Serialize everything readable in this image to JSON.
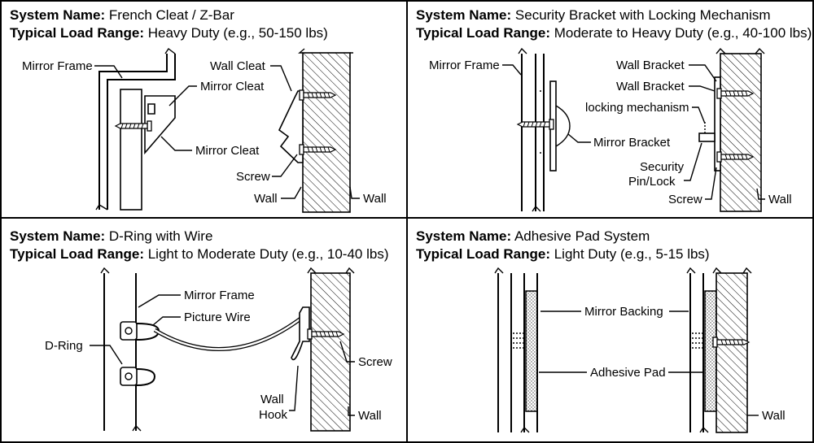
{
  "panels": [
    {
      "system_key": "System Name:",
      "system_value": " French Cleat / Z-Bar",
      "load_key": "Typical Load Range:",
      "load_value": " Heavy Duty (e.g., 50-150 lbs)",
      "labels": {
        "mirror_frame": "Mirror Frame",
        "wall_cleat": "Wall Cleat",
        "mirror_cleat_top": "Mirror Cleat",
        "mirror_cleat_bottom": "Mirror Cleat",
        "screw": "Screw",
        "wall_left": "Wall",
        "wall_right": "Wall"
      }
    },
    {
      "system_key": "System Name:",
      "system_value": " Security Bracket with Locking Mechanism",
      "load_key": "Typical Load Range:",
      "load_value": " Moderate to Heavy Duty (e.g., 40-100 lbs)",
      "labels": {
        "mirror_frame": "Mirror Frame",
        "wall_bracket_1": "Wall Bracket",
        "wall_bracket_2": "Wall Bracket",
        "locking_mechanism": "locking mechanism",
        "mirror_bracket": "Mirror Bracket",
        "security_pin_1": "Security",
        "security_pin_2": "Pin/Lock",
        "screw": "Screw",
        "wall": "Wall"
      }
    },
    {
      "system_key": "System Name:",
      "system_value": " D-Ring with Wire",
      "load_key": "Typical Load Range:",
      "load_value": " Light to Moderate Duty (e.g., 10-40 lbs)",
      "labels": {
        "mirror_frame": "Mirror Frame",
        "picture_wire": "Picture Wire",
        "d_ring": "D-Ring",
        "screw": "Screw",
        "wall_hook_1": "Wall",
        "wall_hook_2": "Hook",
        "wall": "Wall"
      }
    },
    {
      "system_key": "System Name:",
      "system_value": " Adhesive Pad System",
      "load_key": "Typical Load Range:",
      "load_value": " Light Duty (e.g., 5-15 lbs)",
      "labels": {
        "mirror_backing": "Mirror Backing",
        "adhesive_pad": "Adhesive Pad",
        "wall": "Wall"
      }
    }
  ]
}
